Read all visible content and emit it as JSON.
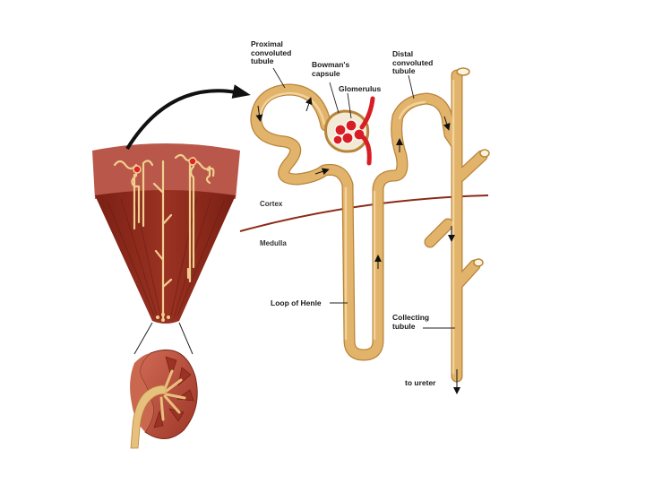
{
  "labels": {
    "proximal": "Proximal\nconvoluted\ntubule",
    "bowman": "Bowman's\ncapsule",
    "glomerulus": "Glomerulus",
    "distal": "Distal\nconvoluted\ntubule",
    "cortex": "Cortex",
    "medulla": "Medulla",
    "loop": "Loop of Henle",
    "collecting": "Collecting\ntubule",
    "ureter": "to ureter"
  },
  "colors": {
    "tubule": "#e2b36a",
    "tubule_edge": "#b8843a",
    "tubule_highlight": "#f3d59c",
    "glomerulus": "#d81e24",
    "cortex_tissue": "#b24a3a",
    "medulla_tissue": "#8e2a1d",
    "boundary_line": "#8a2b16",
    "kidney": "#c15a45"
  }
}
